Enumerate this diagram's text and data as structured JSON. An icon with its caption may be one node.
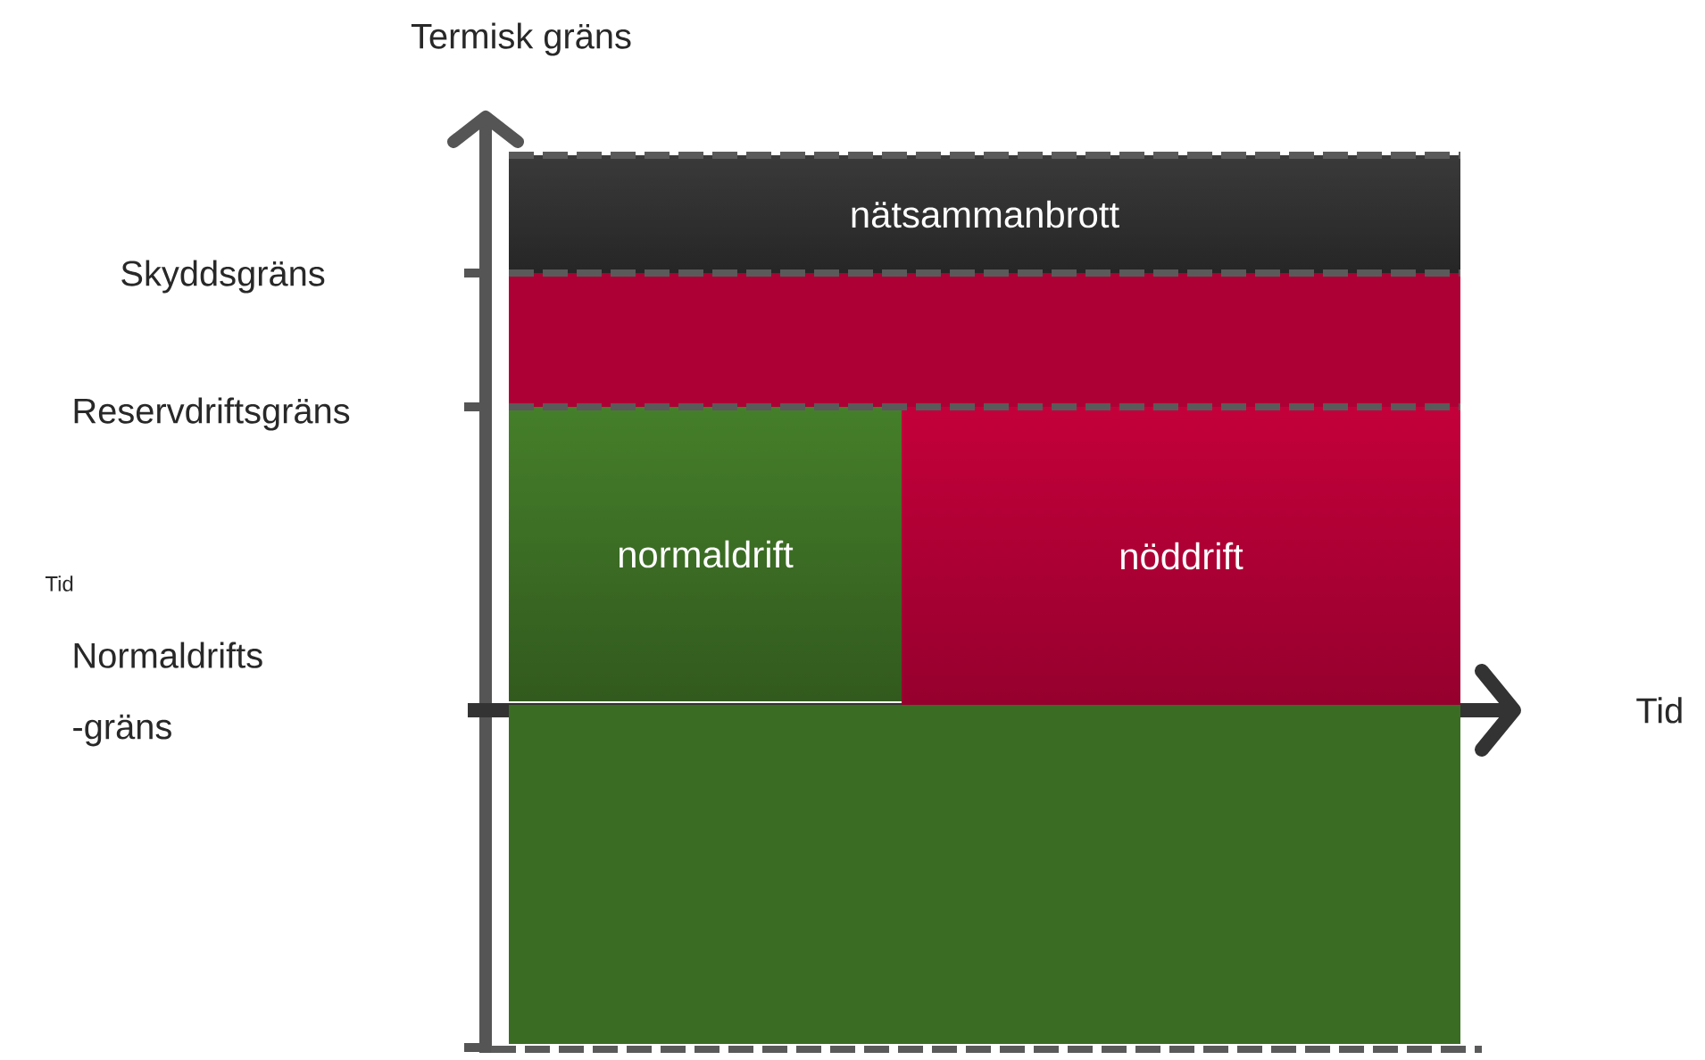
{
  "diagram": {
    "nodes": [
      {
        "text": [
          "nätsammanbrott"
        ]
      },
      {
        "text": [],
        "shape": "box"
      },
      {
        "text": [
          "normaldrift"
        ]
      },
      {
        "text": [
          "nöddrift"
        ]
      },
      {
        "text": [],
        "shape": "box"
      }
    ],
    "labels": [
      "Termisk gräns",
      "Skyddsgräns",
      "Reservdriftsgräns",
      "Tid",
      "Normaldrifts -gräns",
      "Tid"
    ]
  }
}
